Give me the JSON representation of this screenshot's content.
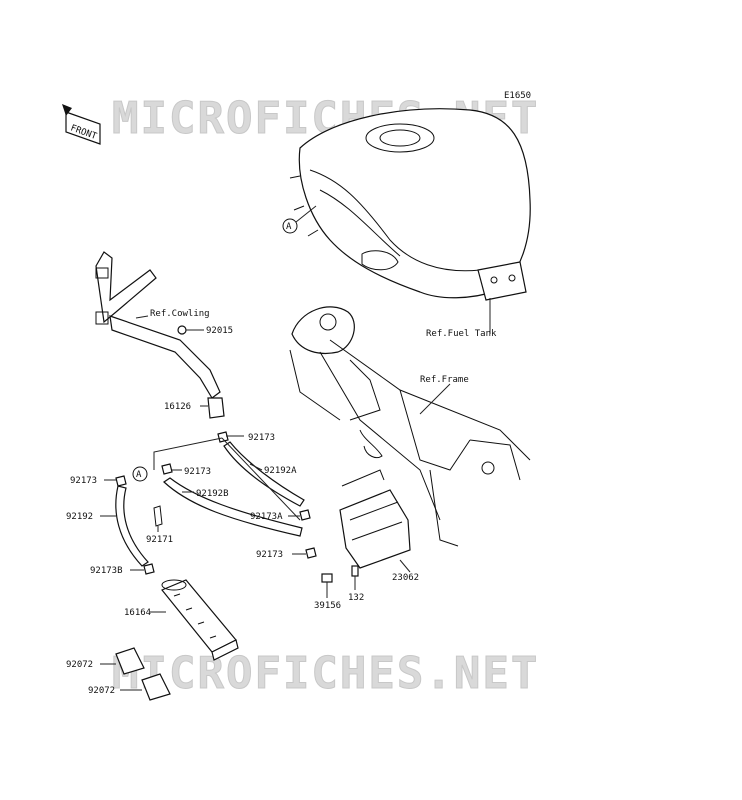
{
  "diagram_code": "E1650",
  "watermark": "MICROFICHES.NET",
  "front_badge": "FRONT",
  "callout_a": "A",
  "references": {
    "fuel_tank": "Ref.Fuel Tank",
    "frame": "Ref.Frame",
    "cowling": "Ref.Cowling"
  },
  "part_labels": {
    "p92015": "92015",
    "p16126": "16126",
    "p92173_top": "92173",
    "p92173_mid": "92173",
    "p92173_left": "92173",
    "p92192A": "92192A",
    "p92192B": "92192B",
    "p92192": "92192",
    "p92171": "92171",
    "p92173A": "92173A",
    "p92173_low": "92173",
    "p92173B": "92173B",
    "p16164": "16164",
    "p92072_a": "92072",
    "p92072_b": "92072",
    "p39156": "39156",
    "p132": "132",
    "p23062": "23062"
  }
}
